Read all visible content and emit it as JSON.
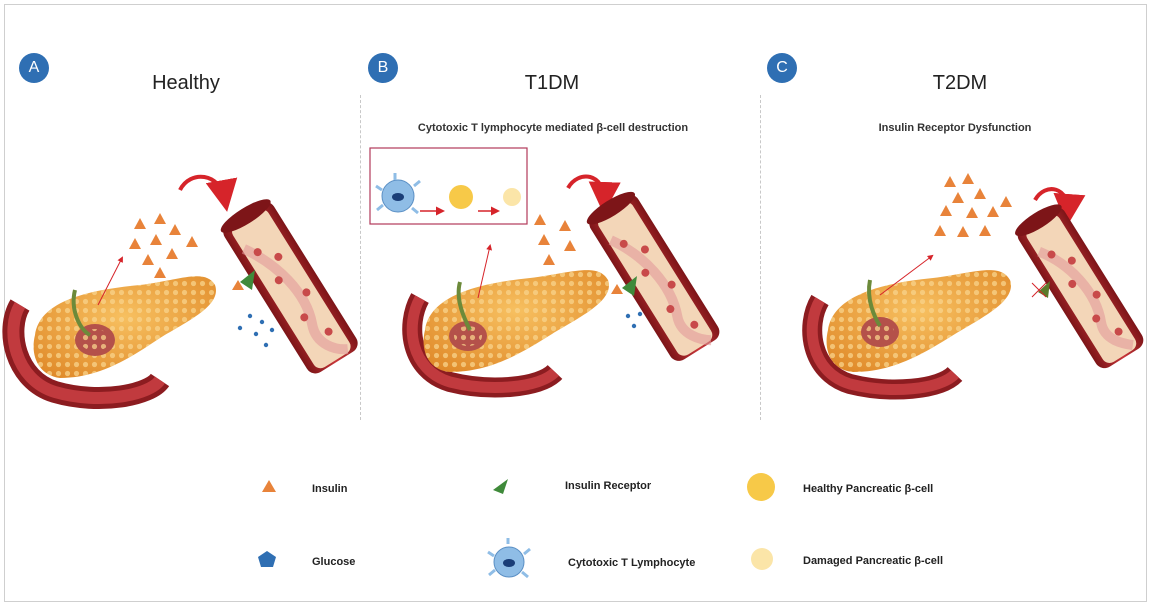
{
  "panels": [
    {
      "badge": "A",
      "title": "Healthy",
      "subtitle": ""
    },
    {
      "badge": "B",
      "title": "T1DM",
      "subtitle": "Cytotoxic T lymphocyte mediated β-cell destruction"
    },
    {
      "badge": "C",
      "title": "T2DM",
      "subtitle": "Insulin Receptor Dysfunction"
    }
  ],
  "legend": {
    "insulin": "Insulin",
    "glucose": "Glucose",
    "insulin_receptor": "Insulin Receptor",
    "t_lymphocyte": "Cytotoxic T Lymphocyte",
    "healthy_beta_cell": "Healthy Pancreatic β-cell",
    "damaged_beta_cell": "Damaged Pancreatic β-cell"
  },
  "colors": {
    "badge": "#2f6fb3",
    "insulin": "#e8833a",
    "glucose": "#2f6fb3",
    "receptor": "#3f8a3a",
    "vessel": "#b3262a",
    "pancreas": "#f0a03c",
    "arrow": "#d6242a",
    "t_cell": "#8fbde6",
    "healthy_beta": "#f7c948",
    "damaged_beta": "#fbe5a8"
  }
}
